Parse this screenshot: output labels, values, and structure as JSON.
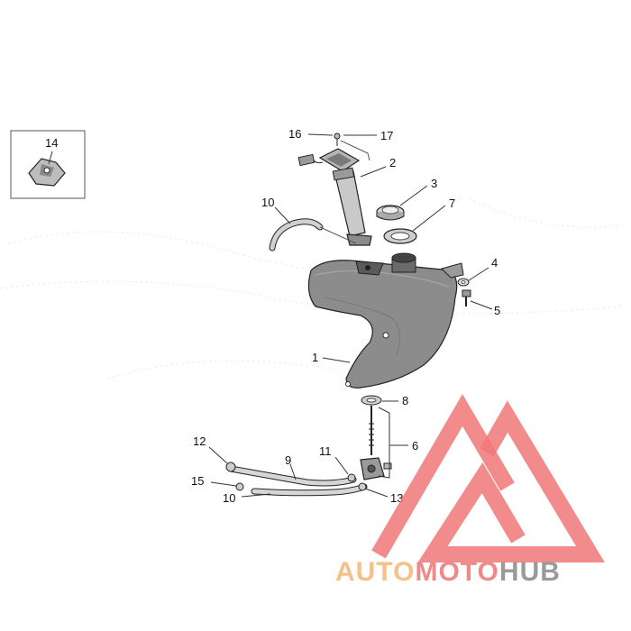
{
  "callouts": {
    "c1": "1",
    "c2": "2",
    "c3": "3",
    "c4": "4",
    "c5": "5",
    "c6": "6",
    "c7": "7",
    "c8": "8",
    "c9": "9",
    "c10a": "10",
    "c10b": "10",
    "c11": "11",
    "c12": "12",
    "c13": "13",
    "c14": "14",
    "c15": "15",
    "c16": "16",
    "c17": "17"
  },
  "watermark": {
    "part1": "AUTO",
    "part2": "MOTO",
    "part3": "HUB",
    "colors": {
      "auto": "#f5c08a",
      "moto": "#f08a8a",
      "hub": "#9a9a9a",
      "logo": "#f07878"
    }
  }
}
